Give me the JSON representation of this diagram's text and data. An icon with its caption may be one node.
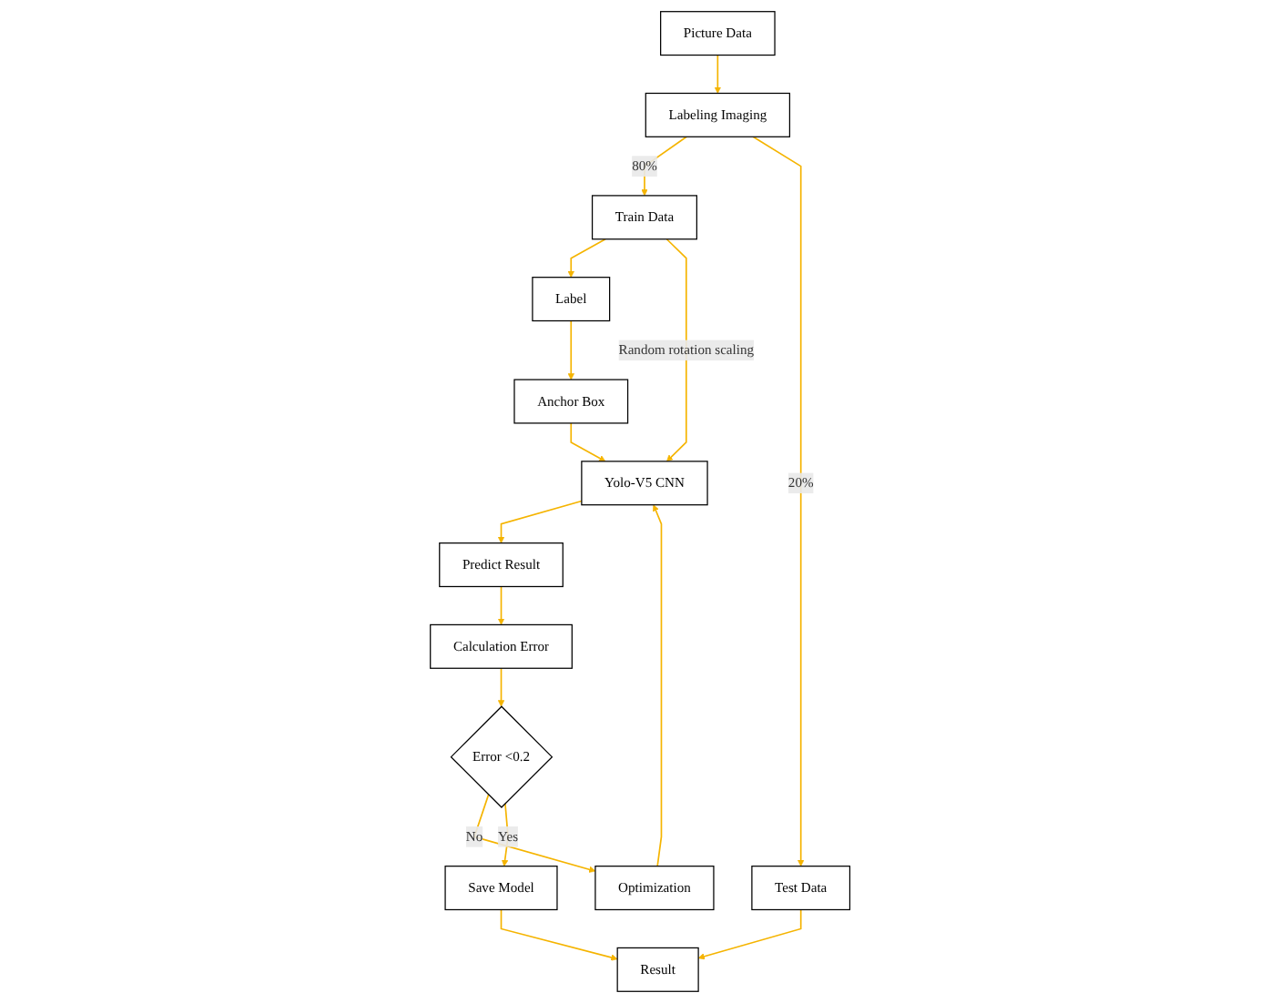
{
  "diagram": {
    "nodes": [
      {
        "text": [
          "Picture Data"
        ]
      },
      {
        "text": [
          "Labeling Imaging"
        ]
      },
      {
        "text": [
          "Train Data"
        ]
      },
      {
        "text": [
          "Test Data"
        ]
      },
      {
        "text": [
          "Anchor Box"
        ]
      },
      {
        "text": [
          "Label"
        ]
      },
      {
        "text": [
          "Result"
        ]
      },
      {
        "text": [
          "Yolo-V5 CNN"
        ]
      },
      {
        "text": [
          "Save Model"
        ]
      },
      {
        "text": [
          "Predict Result"
        ]
      },
      {
        "text": [
          "Calculation Error"
        ]
      },
      {
        "text": [
          "Error <0.2"
        ]
      },
      {
        "text": [
          "Optimization"
        ]
      }
    ],
    "edges": [
      {
        "from": 0,
        "to": 1,
        "arrow": "to"
      },
      {
        "from": 1,
        "to": 2,
        "arrow": "to",
        "label": "80%"
      },
      {
        "from": 1,
        "to": 3,
        "arrow": "to",
        "label": "20%"
      },
      {
        "from": 2,
        "to": 5,
        "arrow": "to"
      },
      {
        "from": 5,
        "to": 4,
        "arrow": "to"
      },
      {
        "from": 2,
        "to": 7,
        "arrow": "to",
        "label": "Random rotation scaling"
      },
      {
        "from": 4,
        "to": 7,
        "arrow": "to"
      },
      {
        "from": 7,
        "to": 9,
        "arrow": "to"
      },
      {
        "from": 9,
        "to": 10,
        "arrow": "to"
      },
      {
        "from": 10,
        "to": 11,
        "arrow": "to"
      },
      {
        "from": 11,
        "to": 12,
        "arrow": "to",
        "label": "No"
      },
      {
        "from": 11,
        "to": 8,
        "arrow": "to",
        "label": "Yes"
      },
      {
        "from": 8,
        "to": 6,
        "arrow": "to"
      },
      {
        "from": 3,
        "to": 6,
        "arrow": "to"
      },
      {
        "from": 12,
        "to": 7,
        "arrow": "to"
      }
    ]
  }
}
